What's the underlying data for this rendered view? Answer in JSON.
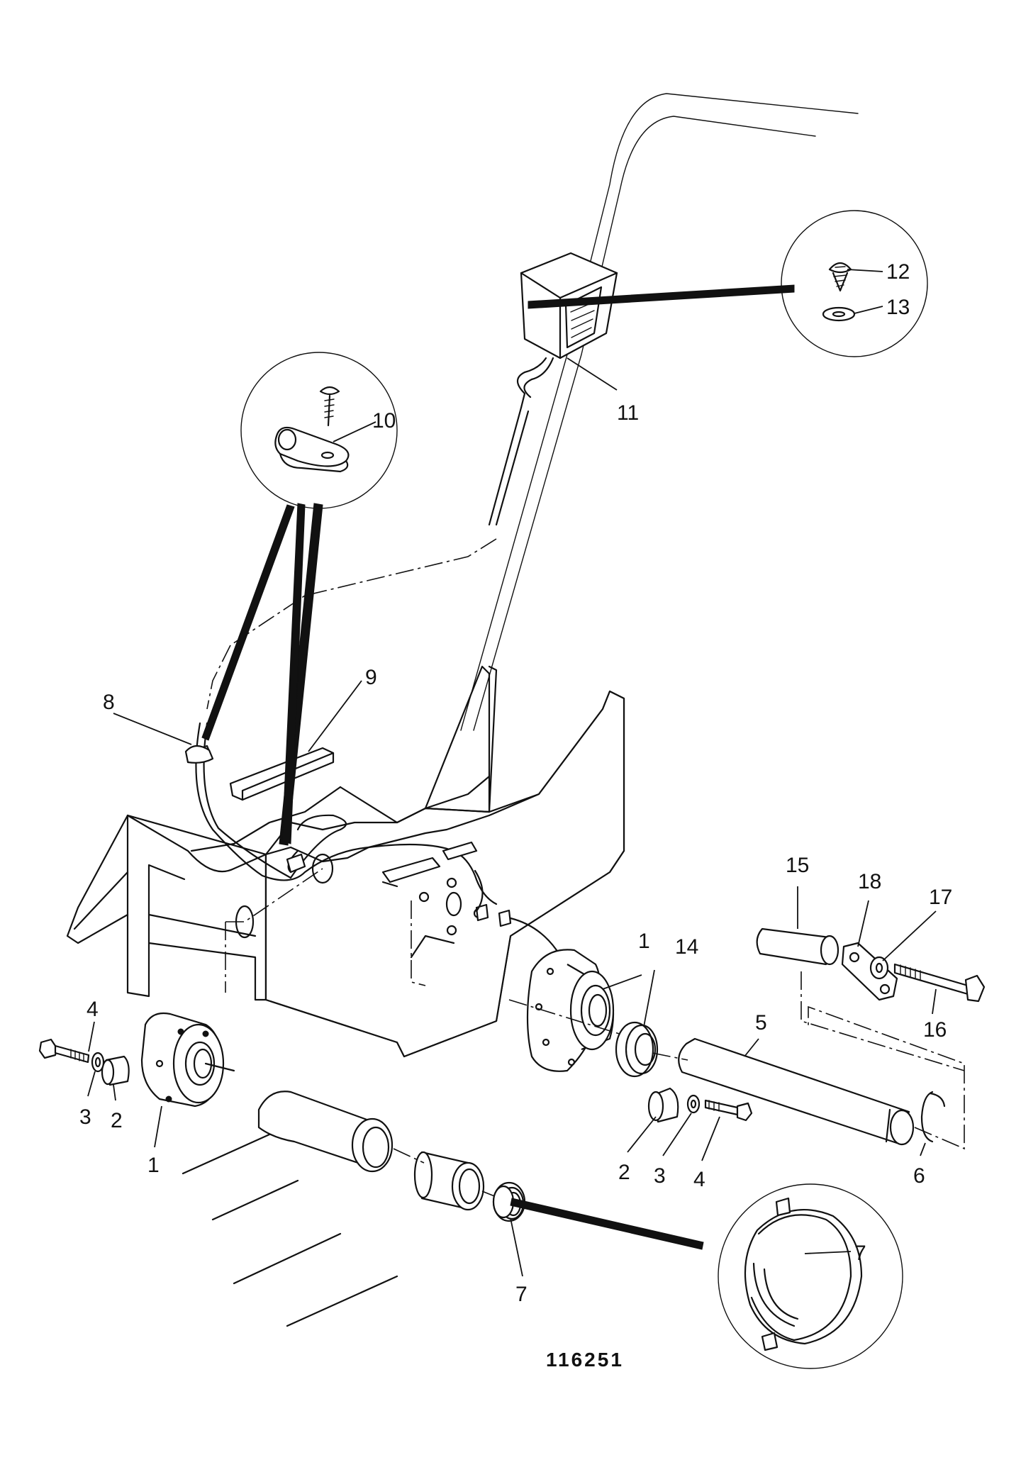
{
  "drawing_number": "116251",
  "callouts": {
    "c1a": "1",
    "c1b": "1",
    "c2a": "2",
    "c2b": "2",
    "c3a": "3",
    "c3b": "3",
    "c4a": "4",
    "c4b": "4",
    "c5": "5",
    "c6": "6",
    "c7a": "7",
    "c7b": "7",
    "c8": "8",
    "c9": "9",
    "c10": "10",
    "c11": "11",
    "c12": "12",
    "c13": "13",
    "c14": "14",
    "c15": "15",
    "c16": "16",
    "c17": "17",
    "c18": "18"
  }
}
